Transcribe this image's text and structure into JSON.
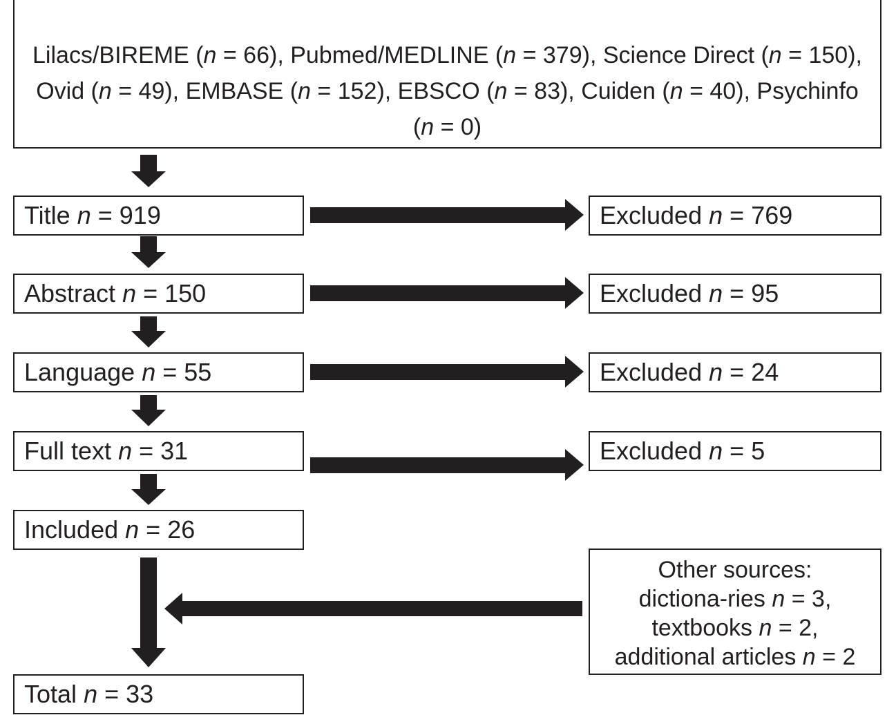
{
  "sources": {
    "text": "Lilacs/BIREME (n = 66), Pubmed/MEDLINE (n = 379), Science Direct (n = 150), Ovid (n = 49), EMBASE (n = 152), EBSCO (n = 83), Cuiden (n = 40), Psychinfo (n = 0)"
  },
  "stages": [
    {
      "label": "Title",
      "n_symbol": "n",
      "value": "= 919",
      "excluded_label": "Excluded",
      "excluded_value": "= 769"
    },
    {
      "label": "Abstract",
      "n_symbol": "n",
      "value": "= 150",
      "excluded_label": "Excluded",
      "excluded_value": "= 95"
    },
    {
      "label": "Language",
      "n_symbol": "n",
      "value": "= 55",
      "excluded_label": "Excluded",
      "excluded_value": "= 24"
    },
    {
      "label": "Full text",
      "n_symbol": "n",
      "value": "= 31",
      "excluded_label": "Excluded",
      "excluded_value": "= 5"
    },
    {
      "label": "Included",
      "n_symbol": "n",
      "value": "= 26"
    },
    {
      "label": "Total",
      "n_symbol": "n",
      "value": "= 33"
    }
  ],
  "other_sources": {
    "text": "Other sources: dictiona-ries n = 3, textbooks n = 2, additional articles n = 2"
  },
  "colors": {
    "ink": "#231f20",
    "background": "#ffffff"
  }
}
